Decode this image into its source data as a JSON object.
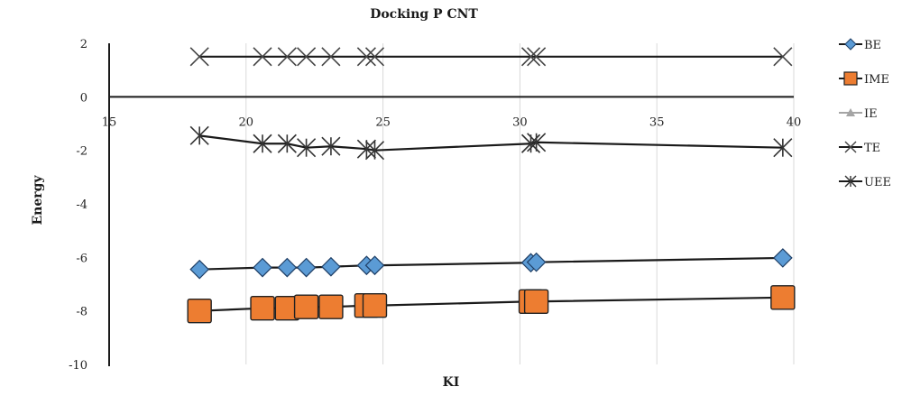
{
  "chart_data": {
    "type": "line",
    "title": "Docking P CNT",
    "xlabel": "KI",
    "ylabel": "Energy",
    "xlim": [
      15,
      40
    ],
    "ylim": [
      -10,
      2
    ],
    "x_ticks": [
      "15",
      "20",
      "25",
      "30",
      "35",
      "40"
    ],
    "y_ticks": [
      "2",
      "0",
      "-2",
      "-4",
      "-6",
      "-8",
      "-10"
    ],
    "grid": "vertical",
    "legend_position": "right",
    "x": [
      18.3,
      20.6,
      21.5,
      22.2,
      23.1,
      24.4,
      24.7,
      30.4,
      30.6,
      39.6
    ],
    "series": [
      {
        "name": "BE",
        "values": [
          -6.45,
          -6.38,
          -6.38,
          -6.38,
          -6.35,
          -6.3,
          -6.3,
          -6.2,
          -6.18,
          -6.02
        ],
        "color": "#5b9bd5",
        "marker": "diamond"
      },
      {
        "name": "IME",
        "values": [
          -8.0,
          -7.9,
          -7.9,
          -7.85,
          -7.85,
          -7.8,
          -7.8,
          -7.65,
          -7.65,
          -7.5
        ],
        "color": "#ed7d31",
        "marker": "square"
      },
      {
        "name": "IE",
        "values": [],
        "color": "#a5a5a5",
        "marker": "triangle"
      },
      {
        "name": "TE",
        "values": [
          1.5,
          1.5,
          1.5,
          1.5,
          1.5,
          1.5,
          1.5,
          1.5,
          1.5,
          1.5
        ],
        "color": "#444444",
        "marker": "x"
      },
      {
        "name": "UEE",
        "values": [
          -1.45,
          -1.75,
          -1.75,
          -1.9,
          -1.85,
          -1.95,
          -2.0,
          -1.75,
          -1.7,
          -1.9
        ],
        "color": "#333333",
        "marker": "star"
      }
    ]
  }
}
